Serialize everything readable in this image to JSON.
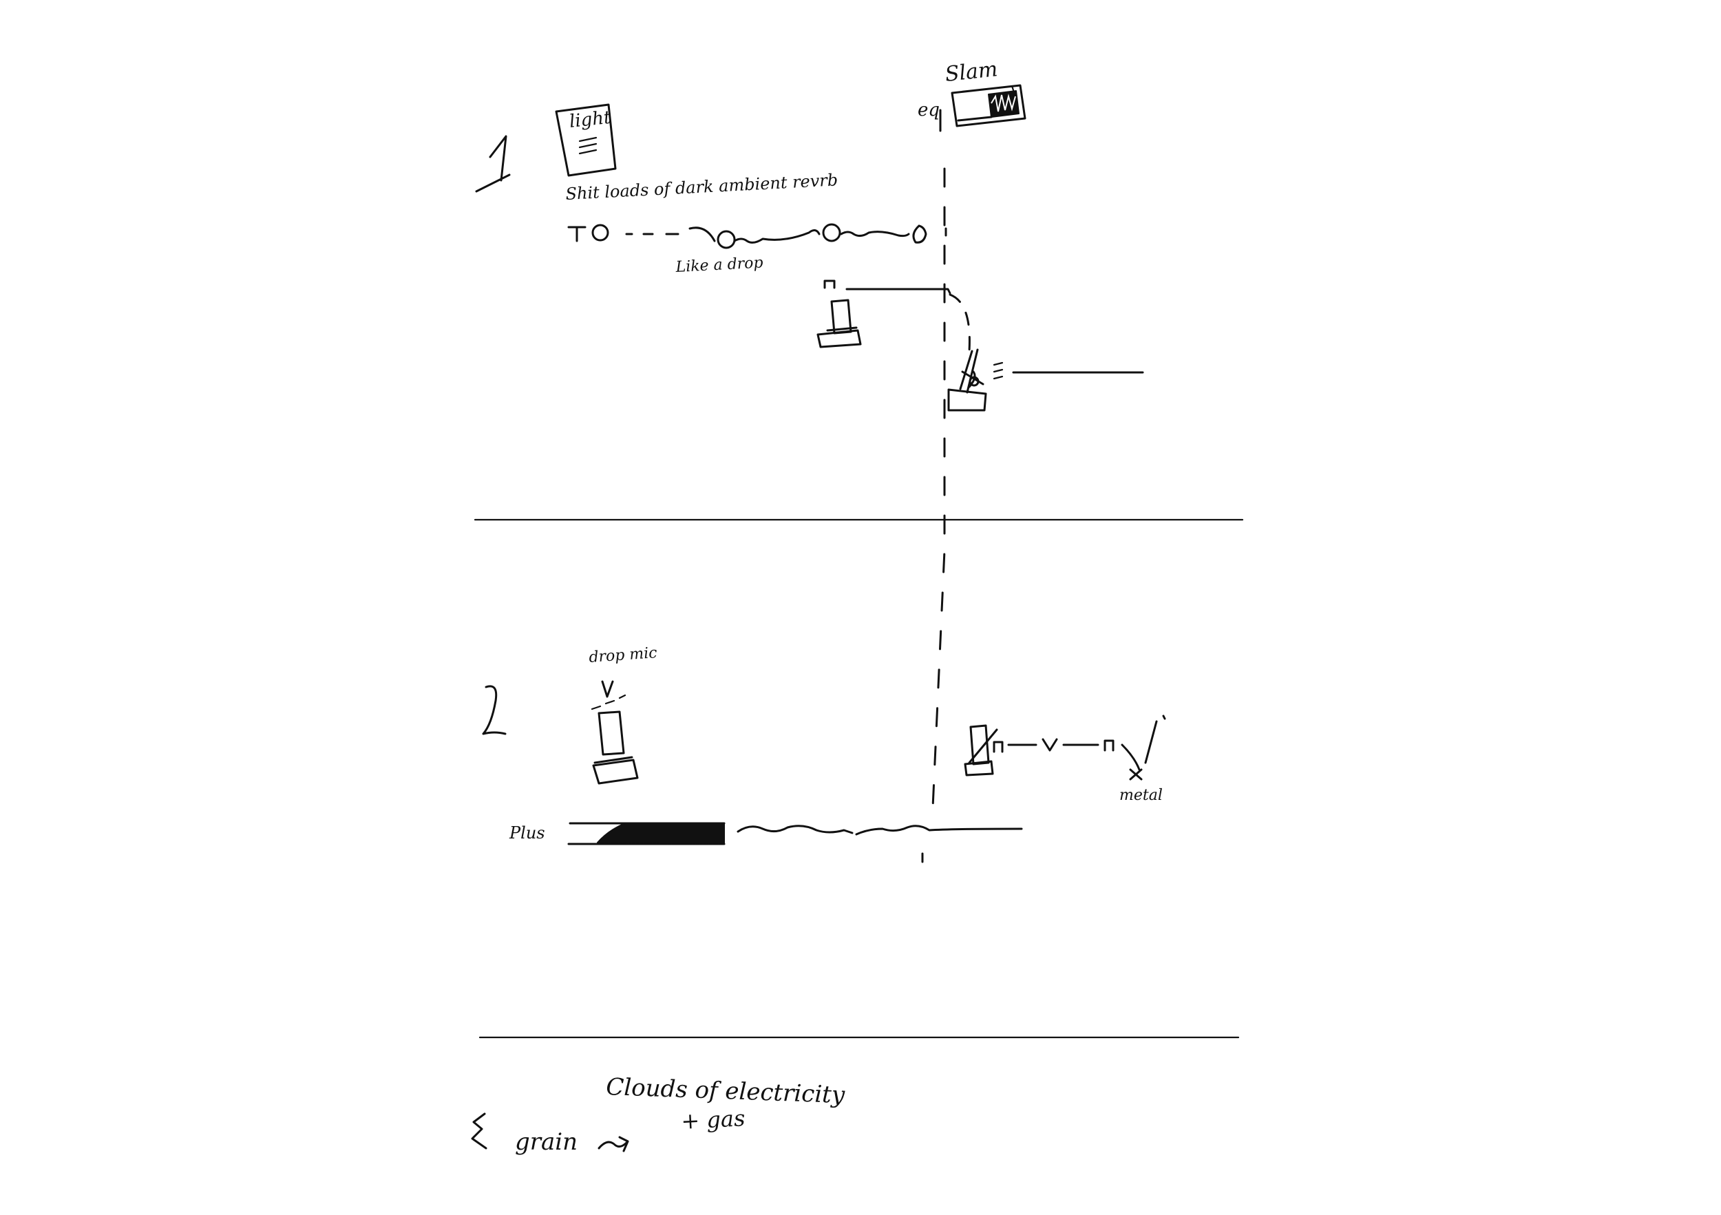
{
  "sections": [
    {
      "number": "1",
      "labels": {
        "doc_label": "light",
        "reverb_note": "Shit loads of dark ambient revrb",
        "drop_note": "Like a drop",
        "slam_label": "Slam",
        "eq_label": "eq"
      }
    },
    {
      "number": "2",
      "labels": {
        "mic_note": "drop mic",
        "metal_note": "metal",
        "plus_label": "Plus"
      }
    },
    {
      "number": "3",
      "labels": {
        "clouds_note": "Clouds of electricity",
        "gas_note": "+ gas",
        "grain_note": "grain"
      }
    }
  ],
  "ink_color": "#111111",
  "paper_color": "#ffffff"
}
